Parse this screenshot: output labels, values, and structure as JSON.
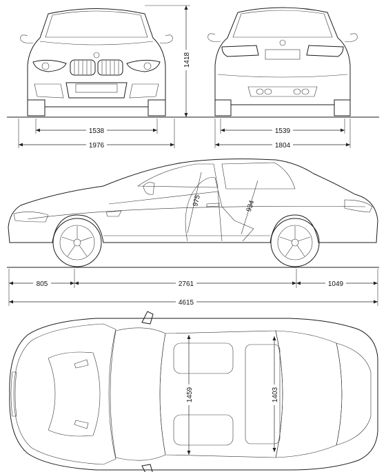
{
  "dimensions": {
    "front_overall_height": "1418",
    "front_track": "1538",
    "rear_track": "1539",
    "width_with_mirrors": "1976",
    "body_width": "1804",
    "front_headroom": "975",
    "rear_headroom": "934",
    "front_overhang": "805",
    "wheelbase": "2761",
    "rear_overhang": "1049",
    "overall_length": "4615",
    "front_shoulder_width": "1459",
    "rear_shoulder_width": "1403"
  }
}
